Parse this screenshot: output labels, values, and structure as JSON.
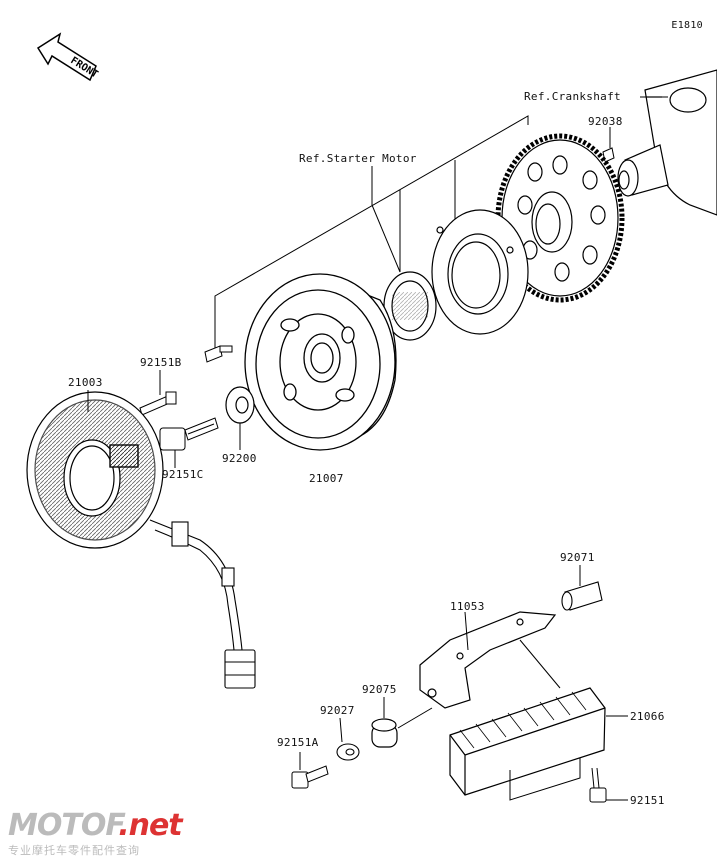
{
  "diagram": {
    "code": "E1810",
    "front_label": "FRONT",
    "refs": {
      "crankshaft": "Ref.Crankshaft",
      "starter_motor": "Ref.Starter Motor"
    },
    "parts": {
      "p92038": "92038",
      "p92151b": "92151B",
      "p21003": "21003",
      "p92151c": "92151C",
      "p92200": "92200",
      "p21007": "21007",
      "p92071": "92071",
      "p11053": "11053",
      "p92075": "92075",
      "p92027": "92027",
      "p21066": "21066",
      "p92151a": "92151A",
      "p92151": "92151"
    },
    "watermark": {
      "brand": "MOTOF",
      "suffix": ".net",
      "tagline": "专业摩托车零件配件查询"
    }
  }
}
